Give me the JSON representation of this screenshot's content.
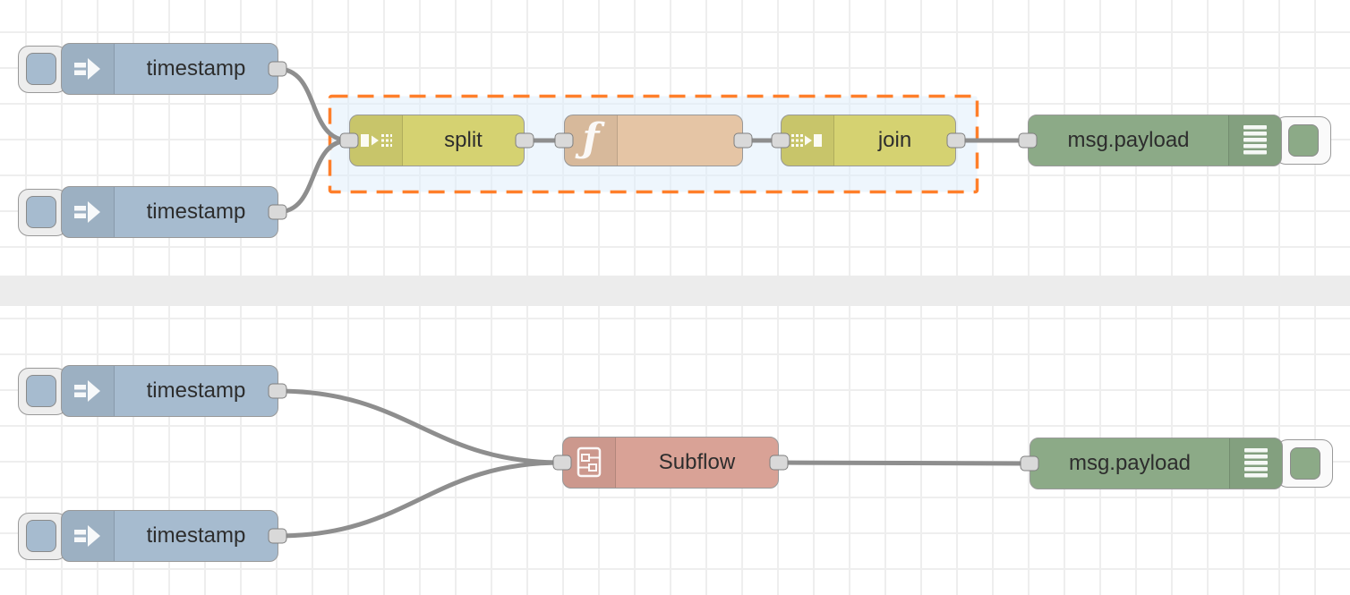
{
  "app": "node-red-flow-editor",
  "colors": {
    "inject": "#a6bbcf",
    "splitjoin": "#d5d271",
    "function": "#e5c5a5",
    "debug": "#8caa87",
    "subflow": "#d9a296",
    "nodeborder": "#999999",
    "wire": "#8e8e8e",
    "portfill": "#d9d9d9",
    "portborder": "#7f7f7f",
    "selborder": "#ff7f2a",
    "selfill": "#deedfc",
    "grid": "#eeeeee",
    "divider": "#ececec"
  },
  "icons": {
    "inject": "inject-arrow-icon",
    "split": "split-icon",
    "function": "function-f-icon",
    "join": "join-icon",
    "subflow": "subflow-icon",
    "debug": "debug-list-icon"
  },
  "top_flow": {
    "inject1": {
      "label": "timestamp"
    },
    "inject2": {
      "label": "timestamp"
    },
    "split": {
      "label": "split"
    },
    "function": {
      "label": ""
    },
    "join": {
      "label": "join"
    },
    "debug": {
      "label": "msg.payload"
    }
  },
  "bottom_flow": {
    "inject1": {
      "label": "timestamp"
    },
    "inject2": {
      "label": "timestamp"
    },
    "subflow": {
      "label": "Subflow"
    },
    "debug": {
      "label": "msg.payload"
    }
  },
  "function_glyph": "ƒ"
}
